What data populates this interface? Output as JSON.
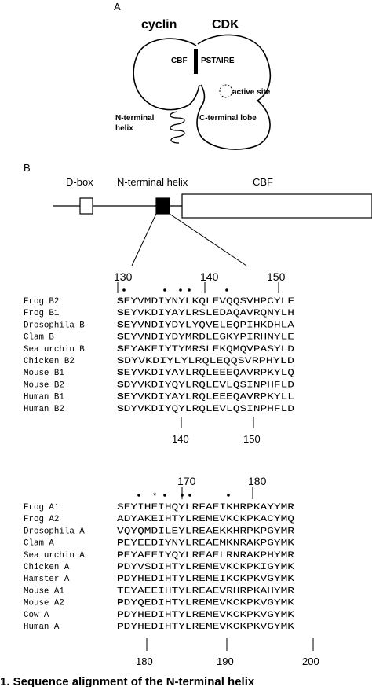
{
  "panel_a": {
    "letter": "A",
    "cyclin": "cyclin",
    "cdk": "CDK",
    "cbf": "CBF",
    "pstaire": "PSTAIRE",
    "active_site": "active site",
    "n_terminal_line1": "N-terminal",
    "n_terminal_line2": "helix",
    "c_terminal": "C-terminal lobe"
  },
  "panel_b": {
    "letter": "B",
    "dbox": "D-box",
    "nhelix": "N-terminal helix",
    "cbf": "CBF"
  },
  "block1": {
    "top_ruler": [
      "130",
      "140",
      "150"
    ],
    "bottom_ruler": [
      "140",
      "150"
    ],
    "rows": [
      {
        "name": "Frog B2",
        "bold": "S",
        "rest": "EYVMDIYNYLKQLEVQQSVHPCYLF"
      },
      {
        "name": "Frog B1",
        "bold": "S",
        "rest": "EYVKDIYAYLRSLEDAQAVRQNYLH"
      },
      {
        "name": "Drosophila B",
        "bold": "S",
        "rest": "EYVNDIYDYLYQVELEQPIHKDHLA"
      },
      {
        "name": "Clam B",
        "bold": "S",
        "rest": "EYVNDIYDYMRDLEGKYPIRHNYLE"
      },
      {
        "name": "Sea urchin B",
        "bold": "S",
        "rest": "EYAKEIYTYMRSLEKQMQVPASYLD"
      },
      {
        "name": "Chicken B2",
        "bold": "S",
        "rest": "DYVKDIYLYLRQLEQQSVRPHYLD"
      },
      {
        "name": "Mouse B1",
        "bold": "S",
        "rest": "EYVKDIYAYLRQLEEEQAVRPKYLQ"
      },
      {
        "name": "Mouse B2",
        "bold": "S",
        "rest": "DYVKDIYQYLRQLEVLQSINPHFLD"
      },
      {
        "name": "Human B1",
        "bold": "S",
        "rest": "EYVKDIYAYLRQLEEEQAVRPKYLL"
      },
      {
        "name": "Human B2",
        "bold": "S",
        "rest": "DYVKDIYQYLRQLEVLQSINPHFLD"
      }
    ]
  },
  "block2": {
    "top_ruler": [
      "170",
      "180"
    ],
    "bottom_ruler": [
      "180",
      "190",
      "200"
    ],
    "rows": [
      {
        "name": "Frog A1",
        "bold": "",
        "rest": "SEYIHEIHQYLRFAEIKHRPKAYYMR"
      },
      {
        "name": "Frog A2",
        "bold": "",
        "rest": "ADYAKEIHTYLREMEVKCKPKACYMQ"
      },
      {
        "name": "Drosophila A",
        "bold": "",
        "rest": "VQYQMDILEYLREAEKKHRPKPGYMR"
      },
      {
        "name": "Clam A",
        "bold": "P",
        "rest": "EYEEDIYNYLREAEMKNRAKPGYMK"
      },
      {
        "name": "Sea urchin A",
        "bold": "P",
        "rest": "EYAEEIYQYLREAELRNRAKPHYMR"
      },
      {
        "name": "Chicken A",
        "bold": "P",
        "rest": "DYVSDIHTYLREMEVKCKPKIGYMK"
      },
      {
        "name": "Hamster A",
        "bold": "P",
        "rest": "DYHEDIHTYLREMEIKCKPKVGYMK"
      },
      {
        "name": "Mouse A1",
        "bold": "",
        "rest": "TEYAEEIHTYLREAEVRHRPKAHYMR"
      },
      {
        "name": "Mouse A2",
        "bold": "P",
        "rest": "DYQEDIHTYLREMEVKCKPKVGYMK"
      },
      {
        "name": "Cow A",
        "bold": "P",
        "rest": "DYHEDIHTYLREMEVKCKPKVGYMK"
      },
      {
        "name": "Human A",
        "bold": "P",
        "rest": "DYHEDIHTYLREMEVKCKPKVGYMK"
      }
    ]
  },
  "caption": "1. Sequence alignment of the N-terminal helix"
}
